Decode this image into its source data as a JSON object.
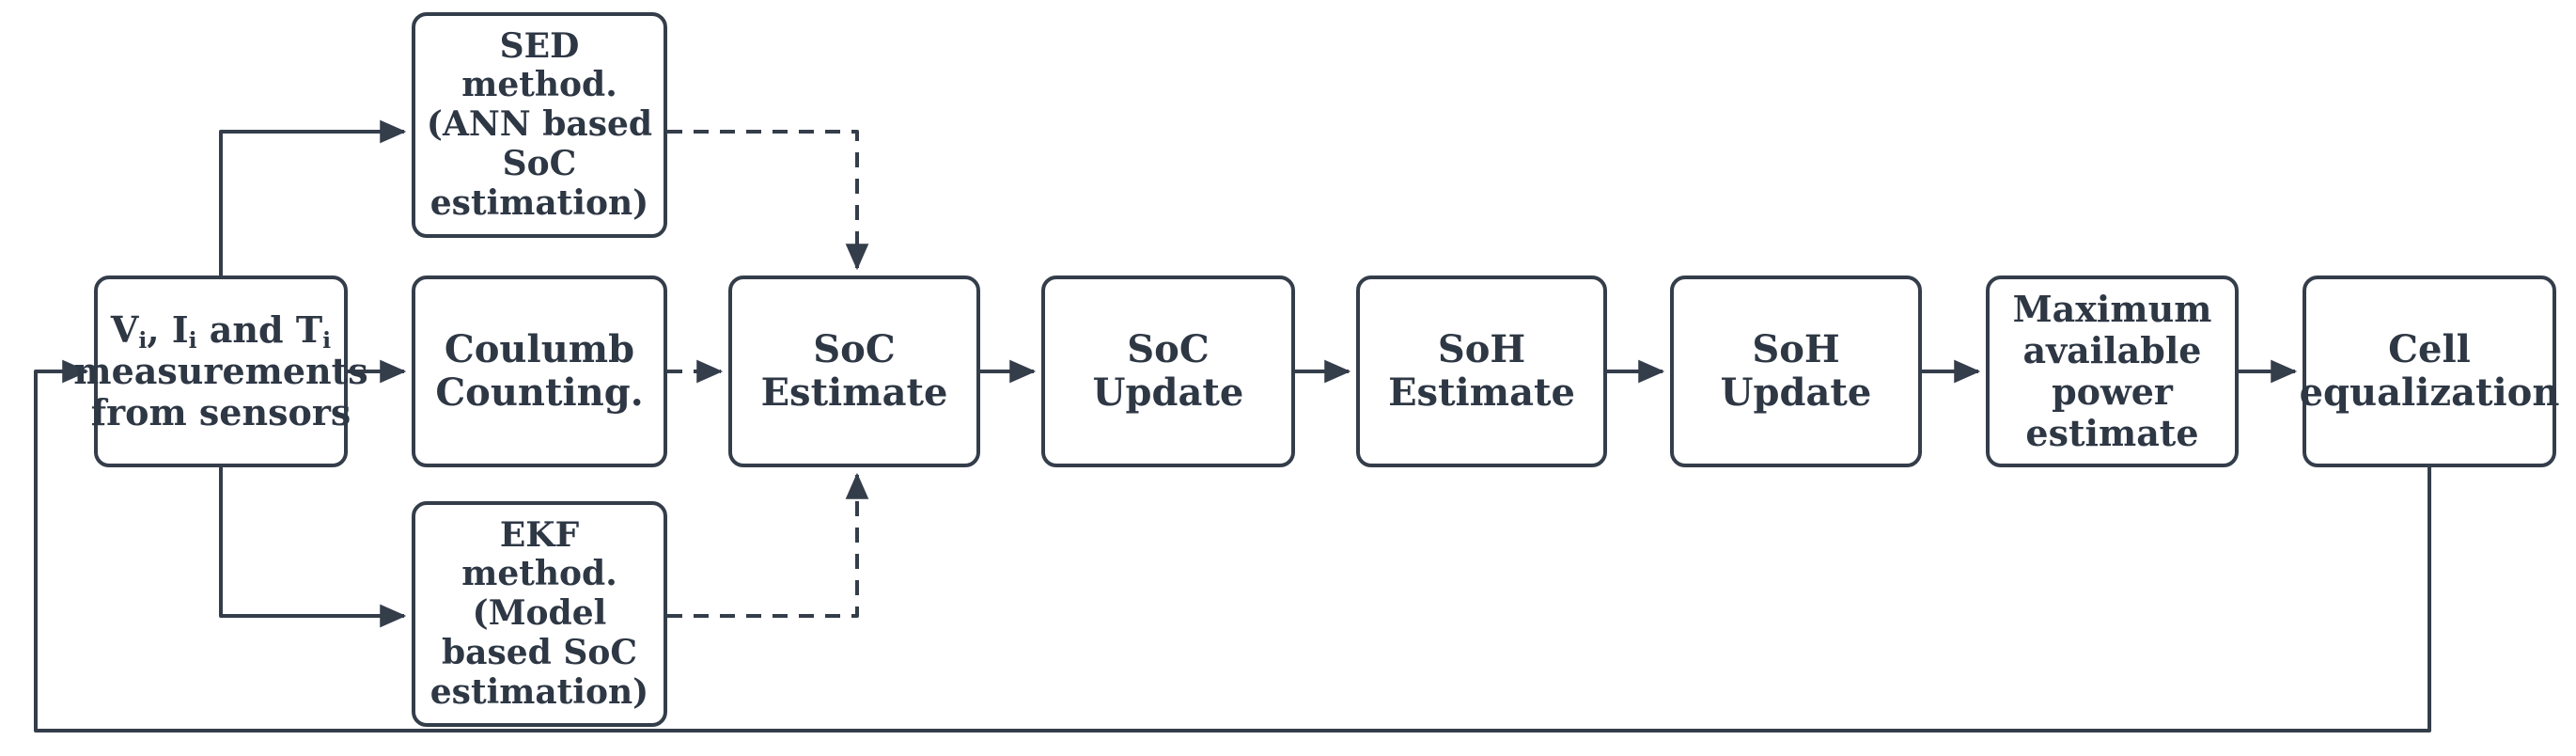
{
  "diagram": {
    "title": "Battery Management System SoC/SoH estimation flow",
    "stroke_color": "#343d4a",
    "text_color": "#2e3744",
    "background": "#ffffff",
    "nodes": [
      {
        "id": "sensors",
        "label": "Vᵢ, Iᵢ and Tᵢ\nmeasurements\nfrom sensors",
        "line1_pre": "V",
        "line1_sub1": "i",
        "line1_mid": ", I",
        "line1_sub2": "i",
        "line1_post": " and T",
        "line1_sub3": "i",
        "line2": "measurements",
        "line3": "from sensors"
      },
      {
        "id": "sed",
        "label": "SED\nmethod.\n(ANN based\nSoC\nestimation)"
      },
      {
        "id": "coulomb",
        "label": "Coulumb\nCounting."
      },
      {
        "id": "ekf",
        "label": "EKF\nmethod.\n(Model\nbased SoC\nestimation)"
      },
      {
        "id": "soc_est",
        "label": "SoC\nEstimate"
      },
      {
        "id": "soc_upd",
        "label": "SoC Update"
      },
      {
        "id": "soh_est",
        "label": "SoH\nEstimate"
      },
      {
        "id": "soh_upd",
        "label": "SoH Update"
      },
      {
        "id": "maxpow",
        "label": "Maximum\navailable\npower\nestimate"
      },
      {
        "id": "cellequal",
        "label": "Cell\nequalization"
      }
    ],
    "edges": [
      {
        "id": "sensors-to-sed",
        "style": "solid",
        "from": "sensors",
        "to": "sed"
      },
      {
        "id": "sensors-to-coulomb",
        "style": "solid",
        "from": "sensors",
        "to": "coulomb"
      },
      {
        "id": "sensors-to-ekf",
        "style": "solid",
        "from": "sensors",
        "to": "ekf"
      },
      {
        "id": "sed-to-soc-estimate",
        "style": "dashed",
        "from": "sed",
        "to": "soc_est"
      },
      {
        "id": "coulomb-to-soc-estimate",
        "style": "dashed",
        "from": "coulomb",
        "to": "soc_est"
      },
      {
        "id": "ekf-to-soc-estimate",
        "style": "dashed",
        "from": "ekf",
        "to": "soc_est"
      },
      {
        "id": "soc-estimate-to-soc-update",
        "style": "solid",
        "from": "soc_est",
        "to": "soc_upd"
      },
      {
        "id": "soc-update-to-soh-estimate",
        "style": "solid",
        "from": "soc_upd",
        "to": "soh_est"
      },
      {
        "id": "soh-estimate-to-soh-update",
        "style": "solid",
        "from": "soh_est",
        "to": "soh_upd"
      },
      {
        "id": "soh-update-to-max-power",
        "style": "solid",
        "from": "soh_upd",
        "to": "maxpow"
      },
      {
        "id": "max-power-to-cell-equalization",
        "style": "solid",
        "from": "maxpow",
        "to": "cellequal"
      },
      {
        "id": "cell-equalization-feedback-to-sensors",
        "style": "solid",
        "from": "cellequal",
        "to": "sensors"
      }
    ]
  }
}
